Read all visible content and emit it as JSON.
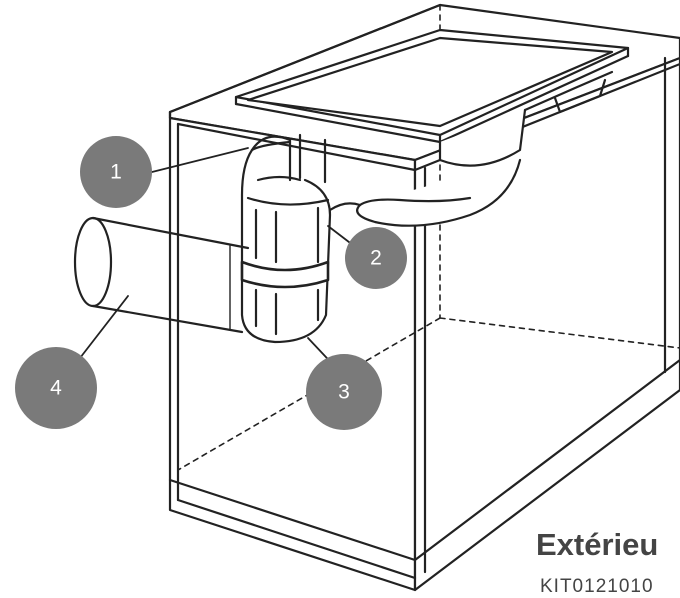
{
  "callouts": [
    {
      "id": "1",
      "label": "1"
    },
    {
      "id": "2",
      "label": "2"
    },
    {
      "id": "3",
      "label": "3"
    },
    {
      "id": "4",
      "label": "4"
    }
  ],
  "caption": {
    "title": "Extérieu",
    "code": "KIT0121010"
  },
  "colors": {
    "line": "#222222",
    "callout_fill": "#7a7a7a",
    "callout_text": "#ffffff",
    "caption_text": "#444444"
  }
}
